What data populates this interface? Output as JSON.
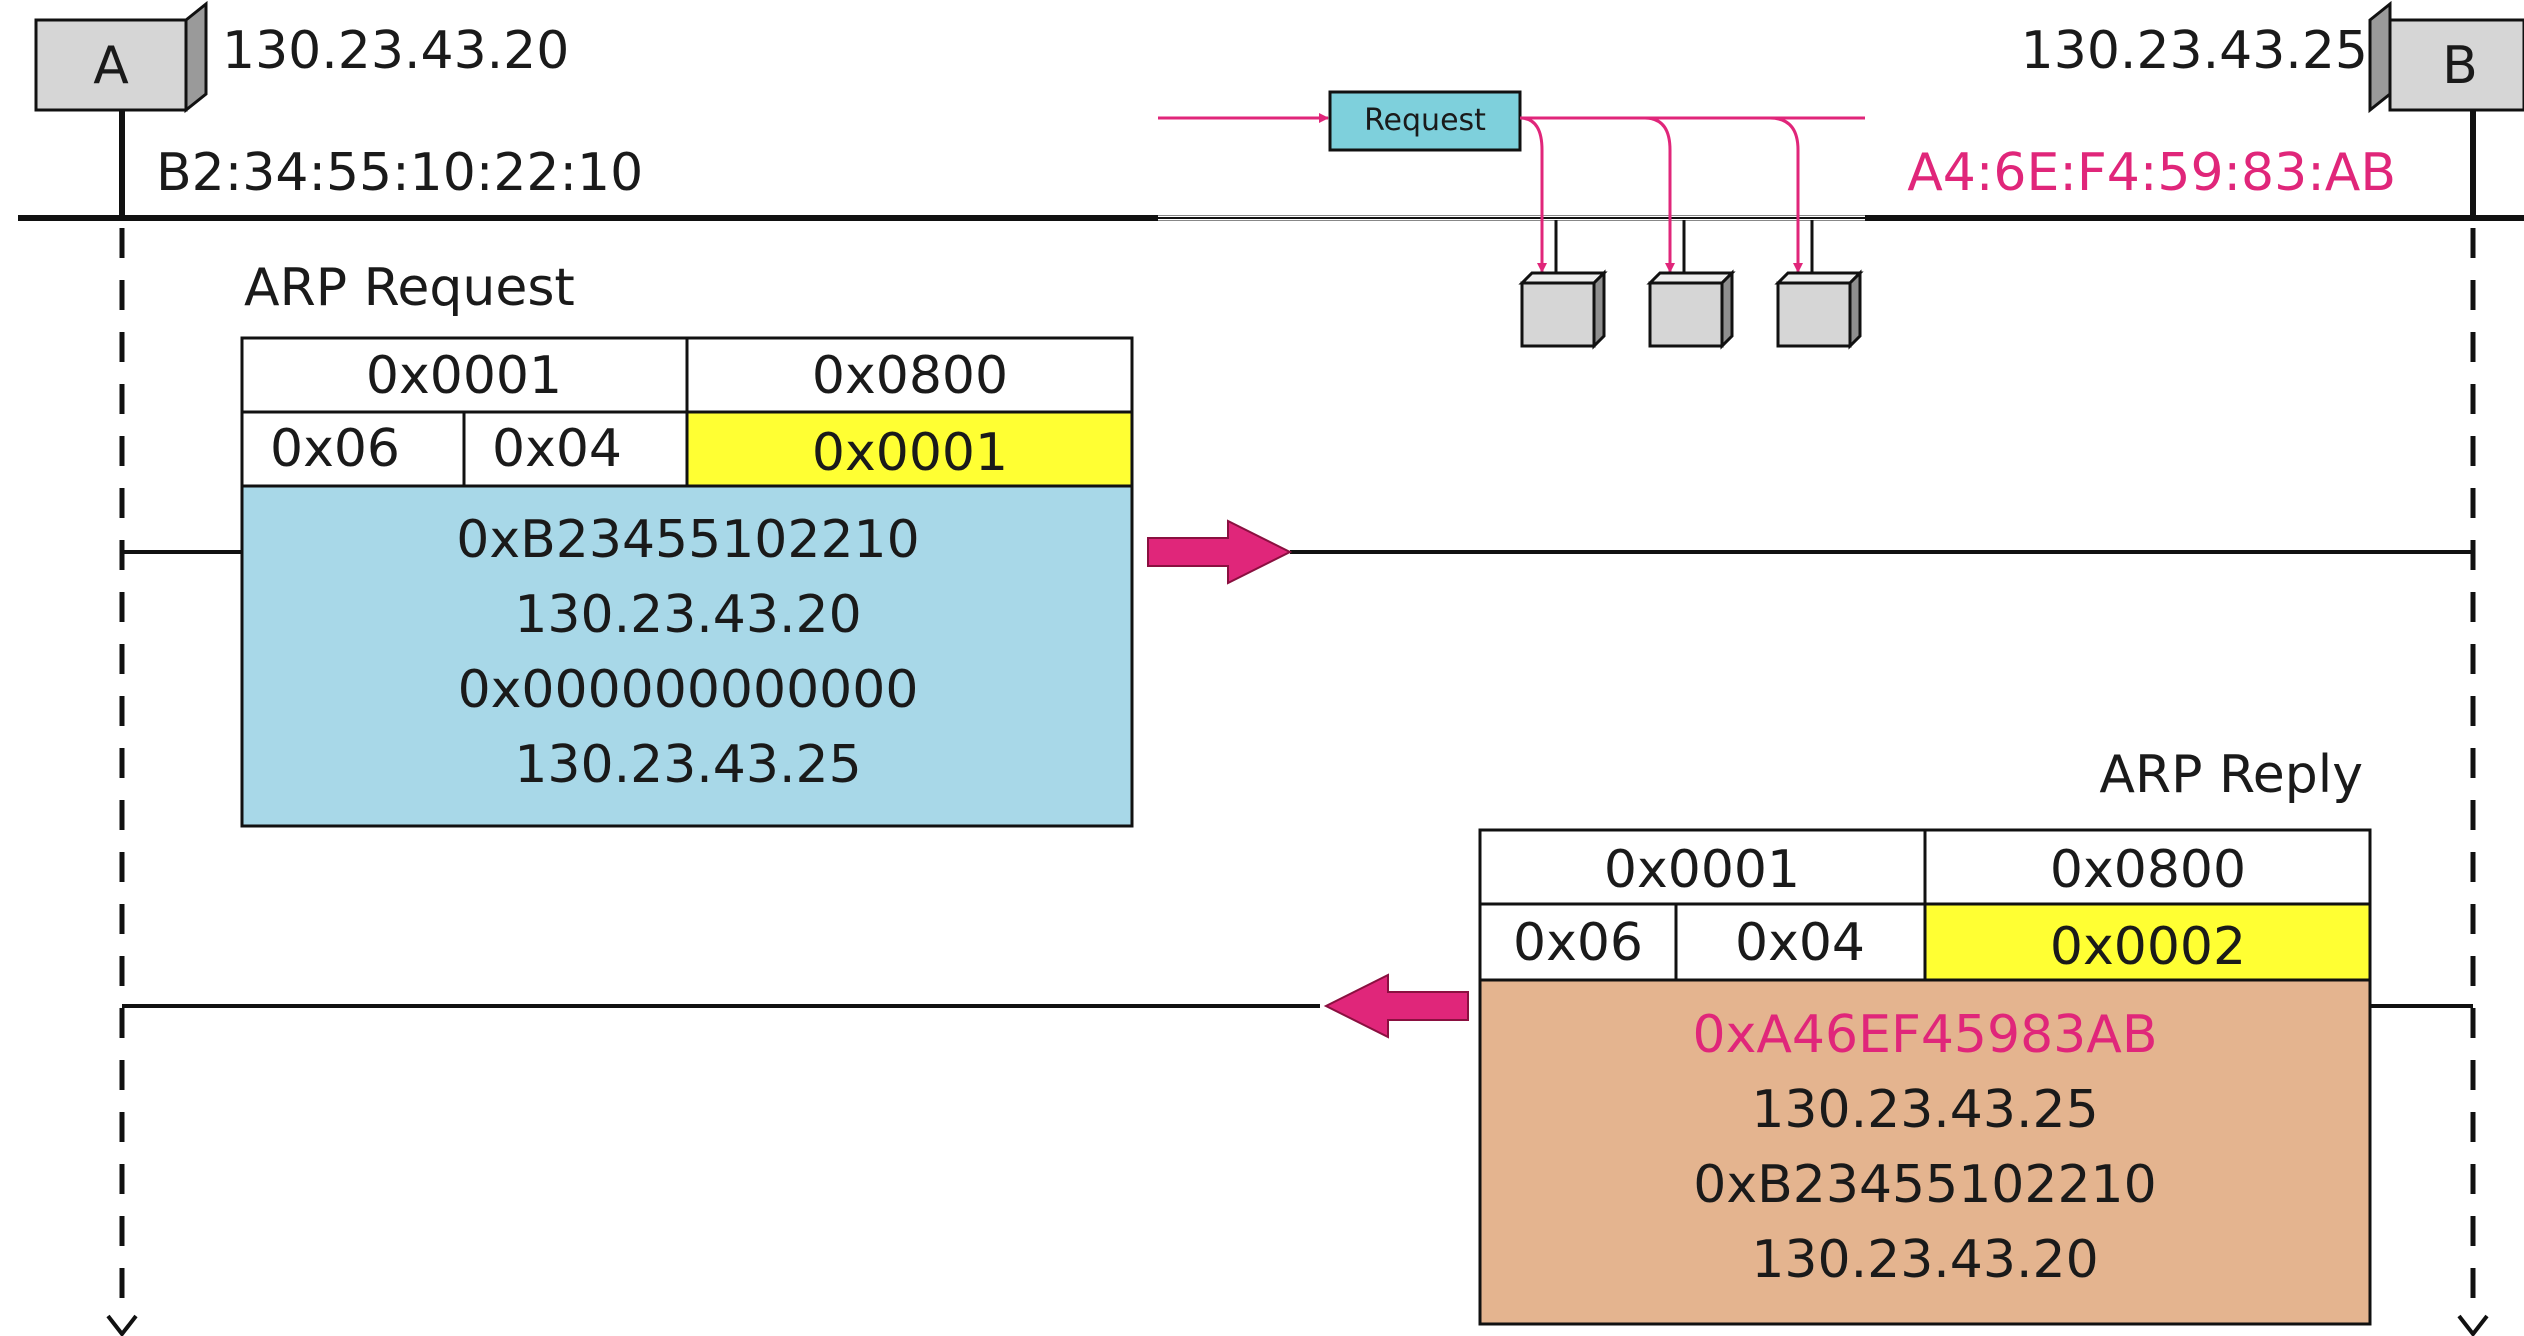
{
  "hosts": {
    "a": {
      "name": "A",
      "ip": "130.23.43.20",
      "mac": "B2:34:55:10:22:10"
    },
    "b": {
      "name": "B",
      "ip": "130.23.43.25",
      "mac": "A4:6E:F4:59:83:AB"
    }
  },
  "broadcast": {
    "label": "Request"
  },
  "request": {
    "title": "ARP Request",
    "hardware_type": "0x0001",
    "protocol_type": "0x0800",
    "hw_length": "0x06",
    "proto_length": "0x04",
    "operation": "0x0001",
    "sender_mac": "0xB23455102210",
    "sender_ip": "130.23.43.20",
    "target_mac": "0x000000000000",
    "target_ip": "130.23.43.25"
  },
  "reply": {
    "title": "ARP Reply",
    "hardware_type": "0x0001",
    "protocol_type": "0x0800",
    "hw_length": "0x06",
    "proto_length": "0x04",
    "operation": "0x0002",
    "sender_mac": "0xA46EF45983AB",
    "sender_ip": "130.23.43.25",
    "target_mac": "0xB23455102210",
    "target_ip": "130.23.43.20"
  },
  "colors": {
    "accent": "#e0267a",
    "request_body": "#a8d8e8",
    "reply_body": "#e4b48f",
    "operation_highlight": "#ffff33",
    "request_label_fill": "#7ed0dc",
    "host_box": "#d6d6d6"
  }
}
